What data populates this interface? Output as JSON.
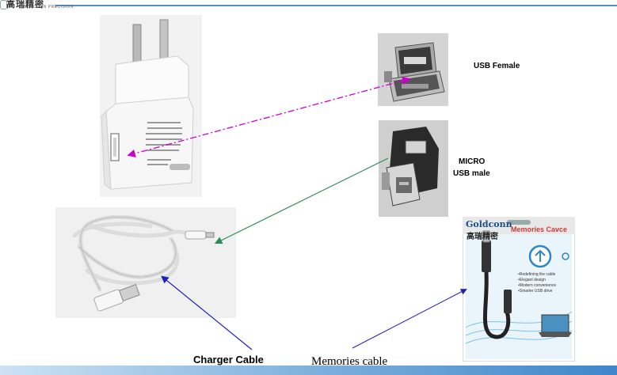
{
  "header": {
    "logo_chinese": "高瑞精密",
    "logo_english": "GOLDCONN PRECISION"
  },
  "labels": {
    "usb_female": "USB Female",
    "micro_line1": "MICRO",
    "micro_line2": "USB male",
    "charger_cable": "Charger  Cable",
    "memories_cable": "Memories  cable"
  },
  "package": {
    "brand": "Goldconn",
    "brand_chinese": "高瑞精密",
    "product": "Memories Cavce",
    "bullets": [
      "•Redefining the cable",
      "•Elegant design",
      "•Modern convenience",
      "•Smarter USB drive"
    ]
  },
  "colors": {
    "adapter_arrow": "#cc00cc",
    "micro_arrow": "#2e8b57",
    "cable_arrow": "#1f1fbf",
    "header_line": "#4f8fd0"
  }
}
